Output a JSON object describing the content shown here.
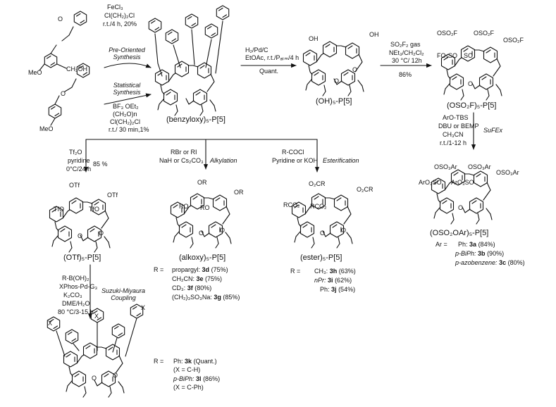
{
  "reactants": {
    "top": {
      "o_label": "O",
      "ch2oh": "CH₂OH",
      "meo": "MeO"
    },
    "bottom": {
      "o_label": "O",
      "meo": "MeO"
    }
  },
  "conditions": {
    "pre_oriented": {
      "l1": "FeCl₃",
      "l2": "Cl(CH₂)₂Cl",
      "l3": "r.t./4 h, 20%",
      "label": "Pre-Oriented Synthesis"
    },
    "statistical": {
      "label": "Statistical Synthesis",
      "l1": "BF₃ OEt₂",
      "l2": "(CH₂O)n",
      "l3": "Cl(CH₂)₂Cl",
      "l4": "r.t./ 30 min,1%"
    },
    "hydrogenation": {
      "l1": "H₂/Pd/C",
      "l2": "EtOAc, r.t./Pₐₜₘ/4 h",
      "yield": "Quant."
    },
    "sulfonylation": {
      "l1": "SO₂F₂ gas",
      "l2": "NEt₃/CH₂Cl₂",
      "l3": "30 °C/ 12h",
      "yield": "86%"
    },
    "sufex": {
      "l1": "ArO-TBS",
      "l2": "DBU or BEMP",
      "l3": "CH₃CN",
      "l4": "r.t./1-12 h",
      "label": "SuFEx"
    },
    "triflation": {
      "l1": "Tf₂O",
      "l2": "pyridine",
      "l3": "0°C/24 h",
      "yield": "85 %"
    },
    "alkylation": {
      "l1": "RBr or RI",
      "l2": "NaH or Cs₂CO₃",
      "label": "Alkylation"
    },
    "esterification": {
      "l1": "R-COCl",
      "l2": "Pyridine or KOH",
      "label": "Esterification"
    },
    "suzuki": {
      "l1": "R-B(OH)₂",
      "l2": "XPhos-Pd-G₃",
      "l3": "K₂CO₃",
      "l4": "DME/H₂O",
      "l5": "80 °C/3-15 h",
      "label": "Suzuki-Miyaura Coupling"
    }
  },
  "compounds": {
    "benzyloxy": "(benzyloxy)₅-P[5]",
    "oh": "(OH)₅-P[5]",
    "oso2f": "(OSO₂F)₅-P[5]",
    "otf": "(OTf)₅-P[5]",
    "alkoxy": "(alkoxy)₅-P[5]",
    "ester": "(ester)₅-P[5]",
    "oso2oar": "(OSO₂OAr)₅-P[5]"
  },
  "structure_labels": {
    "oh": [
      "OH",
      "OH",
      "O",
      "O"
    ],
    "oso2f": [
      "OSO₂F",
      "OSO₂F",
      "OSO₂F",
      "FO₂SO",
      "SO",
      "O"
    ],
    "otf": [
      "OTf",
      "OTf",
      "TfO",
      "TfO",
      "O",
      "O"
    ],
    "alkoxy": [
      "OR",
      "OR",
      "RO",
      "RO",
      "O",
      "O"
    ],
    "ester": [
      "O₂CR",
      "O₂CR",
      "RCO₂",
      "RCO₂",
      "O",
      "O"
    ],
    "oso2oar": [
      "OSO₃Ar",
      "OSO₃Ar",
      "OSO₃Ar",
      "ArO₃SO",
      "ArO₃SO",
      "O"
    ],
    "aryl": [
      "X",
      "X",
      "X",
      "O",
      "O"
    ]
  },
  "substituents": {
    "ar": {
      "prefix": "Ar =",
      "items": [
        {
          "name": "Ph:",
          "code": "3a",
          "yield": "(84%)"
        },
        {
          "name": "p-BiPh:",
          "code": "3b",
          "yield": "(90%)"
        },
        {
          "name": "p-azobenzene:",
          "code": "3c",
          "yield": "(80%)"
        }
      ]
    },
    "alkoxy": {
      "prefix": "R =",
      "items": [
        {
          "name": "propargyl:",
          "code": "3d",
          "yield": "(75%)"
        },
        {
          "name": "CH₂CN:",
          "code": "3e",
          "yield": "(75%)"
        },
        {
          "name": "CD₃:",
          "code": "3f",
          "yield": "(80%)"
        },
        {
          "name": "(CH₂)₃SO₃Na:",
          "code": "3g",
          "yield": "(85%)"
        }
      ]
    },
    "ester": {
      "prefix": "R =",
      "items": [
        {
          "name": "CH₃:",
          "code": "3h",
          "yield": "(63%)"
        },
        {
          "name": "nPr:",
          "code": "3i",
          "yield": "(62%)"
        },
        {
          "name": "Ph:",
          "code": "3j",
          "yield": "(54%)"
        }
      ]
    },
    "aryl": {
      "prefix": "R =",
      "items": [
        {
          "name": "Ph:",
          "code": "3k",
          "yield": "(Quant.)",
          "note": "(X = C-H)"
        },
        {
          "name": "p-BiPh:",
          "code": "3l",
          "yield": "(86%)",
          "note": "(X = C-Ph)"
        }
      ]
    }
  }
}
